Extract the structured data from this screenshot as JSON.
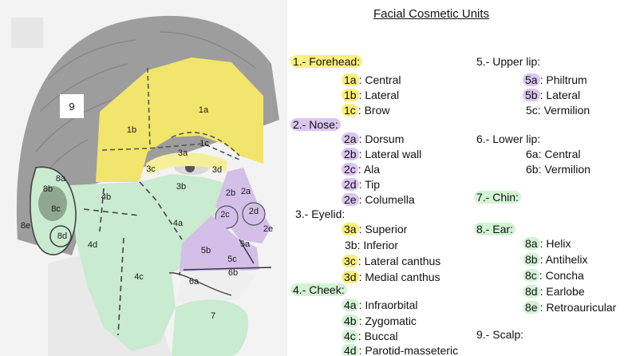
{
  "title": "Facial Cosmetic Units",
  "colors": {
    "forehead": "#f1e56b",
    "nose": "#d3bfe8",
    "cheek": "#c9ebcf",
    "ear": "#c9ebcf",
    "hair": "#9d9d9d",
    "skin": "#ececec"
  },
  "scalp_number": "9",
  "units": {
    "forehead": {
      "heading": "1.- Forehead:",
      "items": [
        {
          "code": "1a",
          "name": "Central"
        },
        {
          "code": "1b",
          "name": "Lateral"
        },
        {
          "code": "1c",
          "name": "Brow"
        }
      ]
    },
    "nose": {
      "heading": "2.- Nose:",
      "items": [
        {
          "code": "2a",
          "name": "Dorsum"
        },
        {
          "code": "2b",
          "name": "Lateral wall"
        },
        {
          "code": "2c",
          "name": "Ala"
        },
        {
          "code": "2d",
          "name": "Tip"
        },
        {
          "code": "2e",
          "name": "Columella"
        }
      ]
    },
    "eyelid": {
      "heading": "3.- Eyelid:",
      "items": [
        {
          "code": "3a",
          "name": "Superior"
        },
        {
          "code": "3b",
          "name": "Inferior"
        },
        {
          "code": "3c",
          "name": "Lateral canthus"
        },
        {
          "code": "3d",
          "name": "Medial canthus"
        }
      ]
    },
    "cheek": {
      "heading": "4.- Cheek:",
      "items": [
        {
          "code": "4a",
          "name": "Infraorbital"
        },
        {
          "code": "4b",
          "name": "Zygomatic"
        },
        {
          "code": "4c",
          "name": "Buccal"
        },
        {
          "code": "4d",
          "name": "Parotid-masseteric"
        }
      ]
    },
    "upper_lip": {
      "heading": "5.- Upper lip:",
      "items": [
        {
          "code": "5a",
          "name": "Philtrum"
        },
        {
          "code": "5b",
          "name": "Lateral"
        },
        {
          "code": "5c",
          "name": "Vermilion"
        }
      ]
    },
    "lower_lip": {
      "heading": "6.- Lower lip:",
      "items": [
        {
          "code": "6a",
          "name": "Central"
        },
        {
          "code": "6b",
          "name": "Vermilion"
        }
      ]
    },
    "chin": {
      "heading": "7.- Chin:"
    },
    "ear": {
      "heading": "8.- Ear:",
      "items": [
        {
          "code": "8a",
          "name": "Helix"
        },
        {
          "code": "8b",
          "name": "Antihelix"
        },
        {
          "code": "8c",
          "name": "Concha"
        },
        {
          "code": "8d",
          "name": "Earlobe"
        },
        {
          "code": "8e",
          "name": "Retroauricular"
        }
      ]
    },
    "scalp": {
      "heading": "9.- Scalp:"
    }
  },
  "diagram_labels": [
    "1a",
    "1b",
    "1c",
    "3a",
    "3c",
    "3d",
    "3b",
    "2a",
    "2b",
    "2c",
    "2d",
    "2e",
    "4a",
    "4b",
    "4c",
    "4d",
    "5a",
    "5b",
    "5c",
    "6a",
    "6b",
    "7",
    "8a",
    "8b",
    "8c",
    "8d",
    "8e"
  ]
}
